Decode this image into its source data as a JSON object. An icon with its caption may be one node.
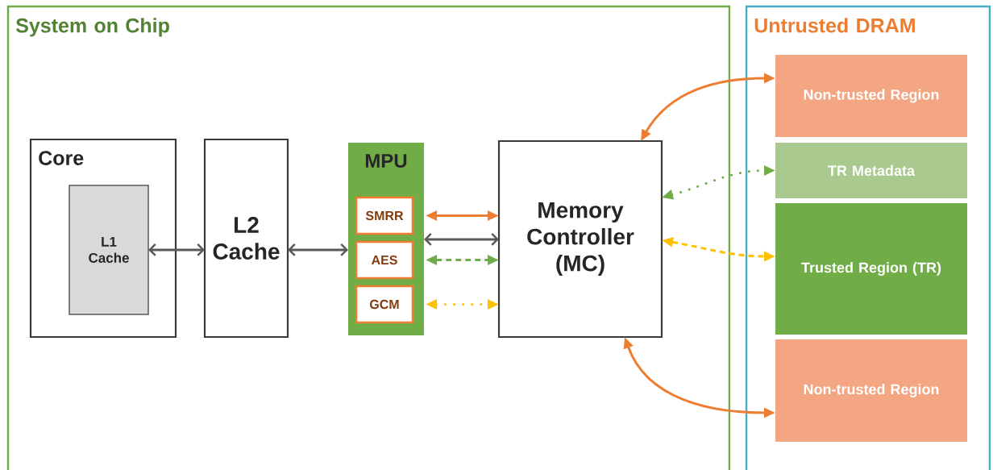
{
  "diagram": {
    "nodes": [
      {
        "text": [
          "System on Chip"
        ]
      },
      {
        "text": [
          "Core"
        ],
        "in": 0
      },
      {
        "text": [
          "L1 Cache"
        ],
        "in": 1
      },
      {
        "text": [
          "L2 Cache"
        ],
        "in": 0
      },
      {
        "text": [
          "MPU"
        ],
        "in": 0
      },
      {
        "text": [
          "SMRR"
        ],
        "in": 4
      },
      {
        "text": [
          "AES"
        ],
        "in": 4
      },
      {
        "text": [
          "GCM"
        ],
        "in": 4
      },
      {
        "text": [
          "Memory Controller (MC)"
        ],
        "in": 0
      },
      {
        "text": [
          "Untrusted DRAM"
        ]
      },
      {
        "text": [
          "Non-trusted Region"
        ],
        "in": 9
      },
      {
        "text": [
          "TR Metadata"
        ],
        "in": 9
      },
      {
        "text": [
          "Trusted Region (TR)"
        ],
        "in": 9
      },
      {
        "text": [
          "Non-trusted Region"
        ],
        "in": 9
      }
    ],
    "edges": [
      {
        "from": 2,
        "to": 3,
        "arrow": "both"
      },
      {
        "from": 3,
        "to": 4,
        "arrow": "both"
      },
      {
        "from": 5,
        "to": 8,
        "arrow": "both",
        "color": "#ed7d31"
      },
      {
        "from": 4,
        "to": 8,
        "arrow": "both"
      },
      {
        "from": 6,
        "to": 8,
        "arrow": "both",
        "style": "dashed",
        "color": "#70ad47"
      },
      {
        "from": 7,
        "to": 8,
        "arrow": "both",
        "style": "dashed",
        "color": "#ffc000"
      },
      {
        "from": 8,
        "to": 10,
        "arrow": "both",
        "color": "#ed7d31"
      },
      {
        "from": 8,
        "to": 11,
        "arrow": "both",
        "style": "dashed",
        "color": "#70ad47"
      },
      {
        "from": 8,
        "to": 12,
        "arrow": "both",
        "style": "dashed",
        "color": "#ffc000"
      },
      {
        "from": 8,
        "to": 13,
        "arrow": "both",
        "color": "#ed7d31"
      }
    ]
  }
}
